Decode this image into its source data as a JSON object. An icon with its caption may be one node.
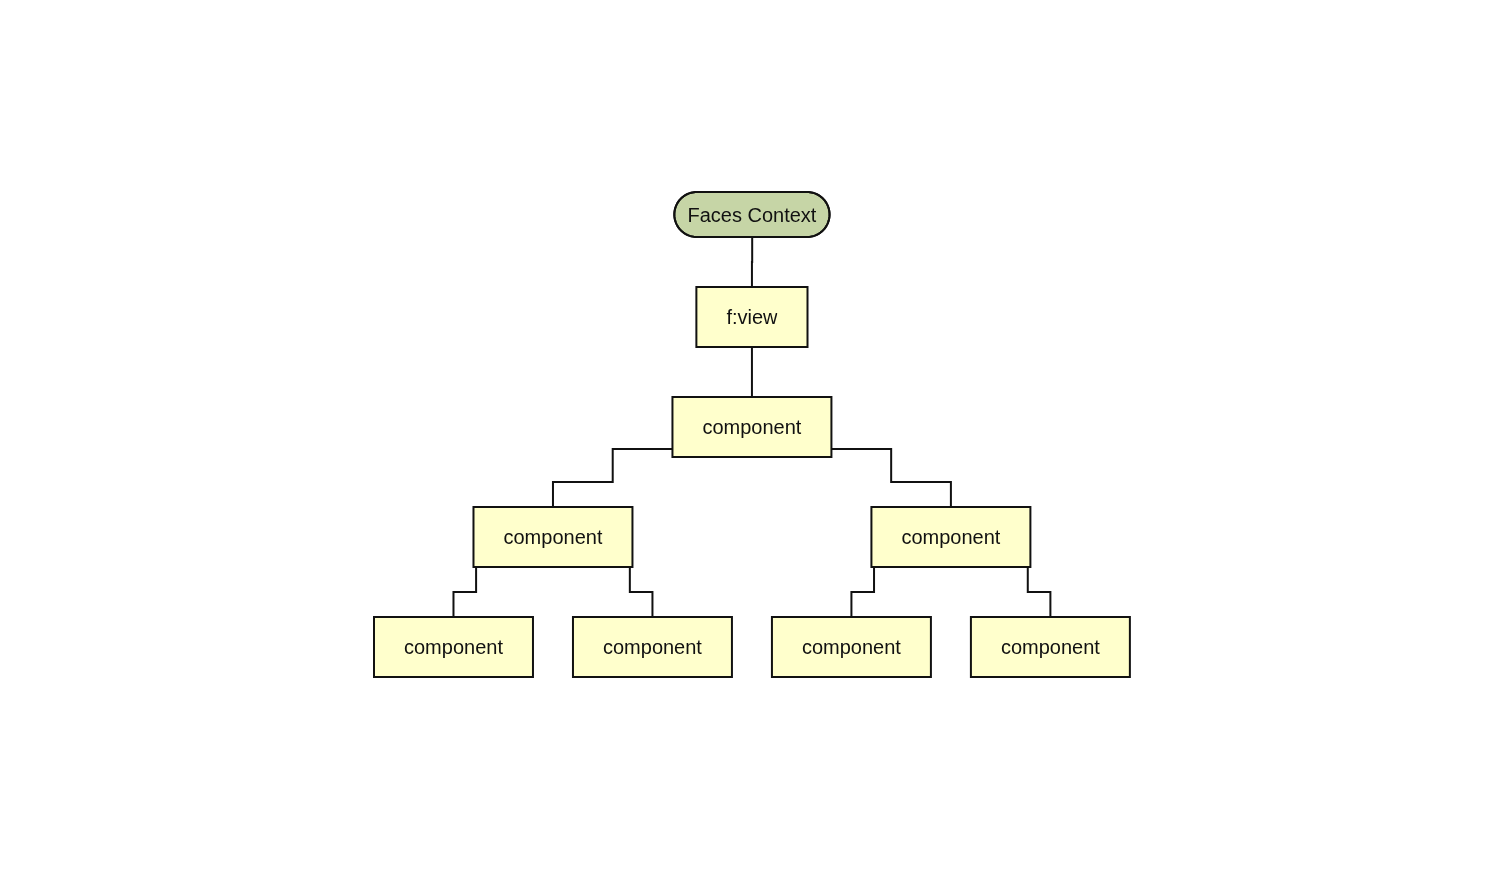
{
  "diagram": {
    "nodes": [
      {
        "text": [
          "Faces Context"
        ]
      },
      {
        "text": [
          "f:view"
        ]
      },
      {
        "text": [
          "component"
        ]
      },
      {
        "text": [
          "component"
        ]
      },
      {
        "text": [
          "component"
        ]
      },
      {
        "text": [
          "component"
        ]
      },
      {
        "text": [
          "component"
        ]
      },
      {
        "text": [
          "component"
        ]
      },
      {
        "text": [
          "component"
        ]
      }
    ],
    "edges": [
      {
        "from": 0,
        "to": 1,
        "arrow": "none"
      },
      {
        "from": 1,
        "to": 2,
        "arrow": "none"
      },
      {
        "from": 2,
        "to": 3,
        "arrow": "none"
      },
      {
        "from": 2,
        "to": 4,
        "arrow": "none"
      },
      {
        "from": 3,
        "to": 5,
        "arrow": "none"
      },
      {
        "from": 3,
        "to": 6,
        "arrow": "none"
      },
      {
        "from": 4,
        "to": 7,
        "arrow": "none"
      },
      {
        "from": 4,
        "to": 8,
        "arrow": "none"
      }
    ]
  }
}
